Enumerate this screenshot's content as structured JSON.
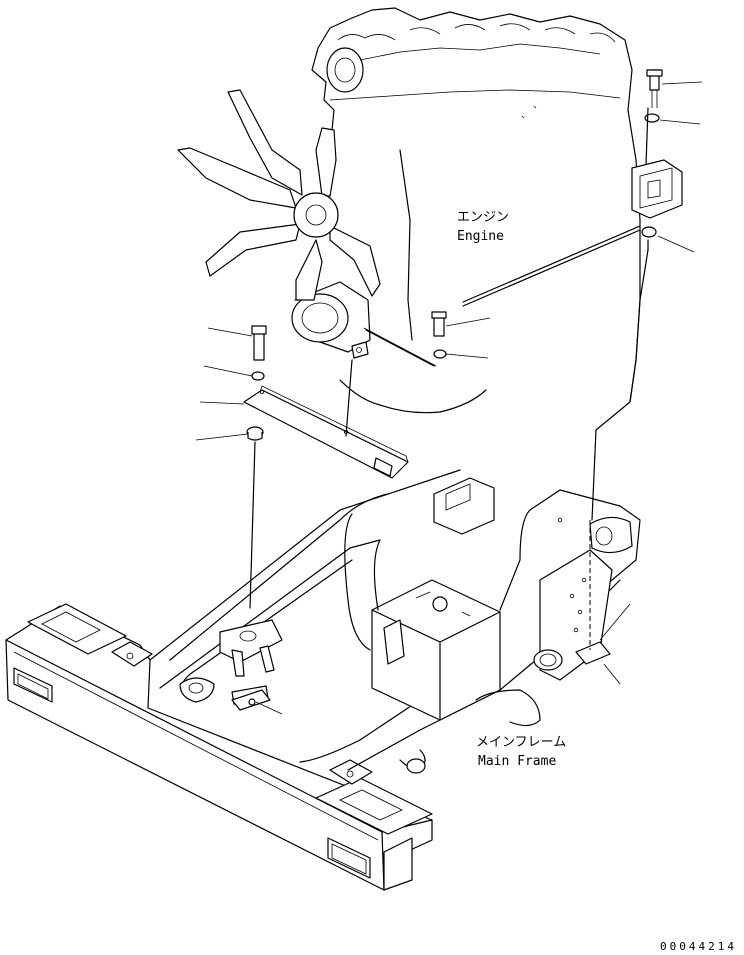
{
  "labels": {
    "engine_jp": "エンジン",
    "engine_en": "Engine",
    "frame_jp": "メインフレーム",
    "frame_en": "Main Frame"
  },
  "document_number": "00044214"
}
